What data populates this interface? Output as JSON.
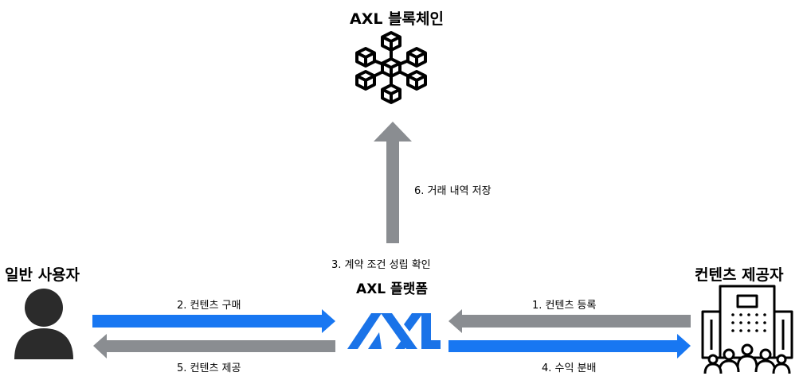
{
  "nodes": {
    "blockchain": {
      "label": "AXL 블록체인",
      "icon": "blockchain-network-icon"
    },
    "platform": {
      "label": "AXL 플랫폼",
      "logo_text": "AXL",
      "icon": "axl-logo"
    },
    "user": {
      "label": "일반 사용자",
      "icon": "user-icon"
    },
    "provider": {
      "label": "컨텐츠 제공자",
      "icon": "office-building-people-icon"
    }
  },
  "flows": {
    "register": "1. 컨텐츠 등록",
    "purchase": "2. 컨텐츠 구매",
    "confirm": "3. 계약 조건 성립 확인",
    "revenue": "4. 수익 분배",
    "deliver": "5. 컨텐츠 제공",
    "record": "6. 거래 내역 저장"
  },
  "colors": {
    "blue_arrow": "#1877f2",
    "gray_arrow": "#8a8d91",
    "logo_blue": "#1a73e8",
    "icon_dark": "#2b2b2b"
  }
}
